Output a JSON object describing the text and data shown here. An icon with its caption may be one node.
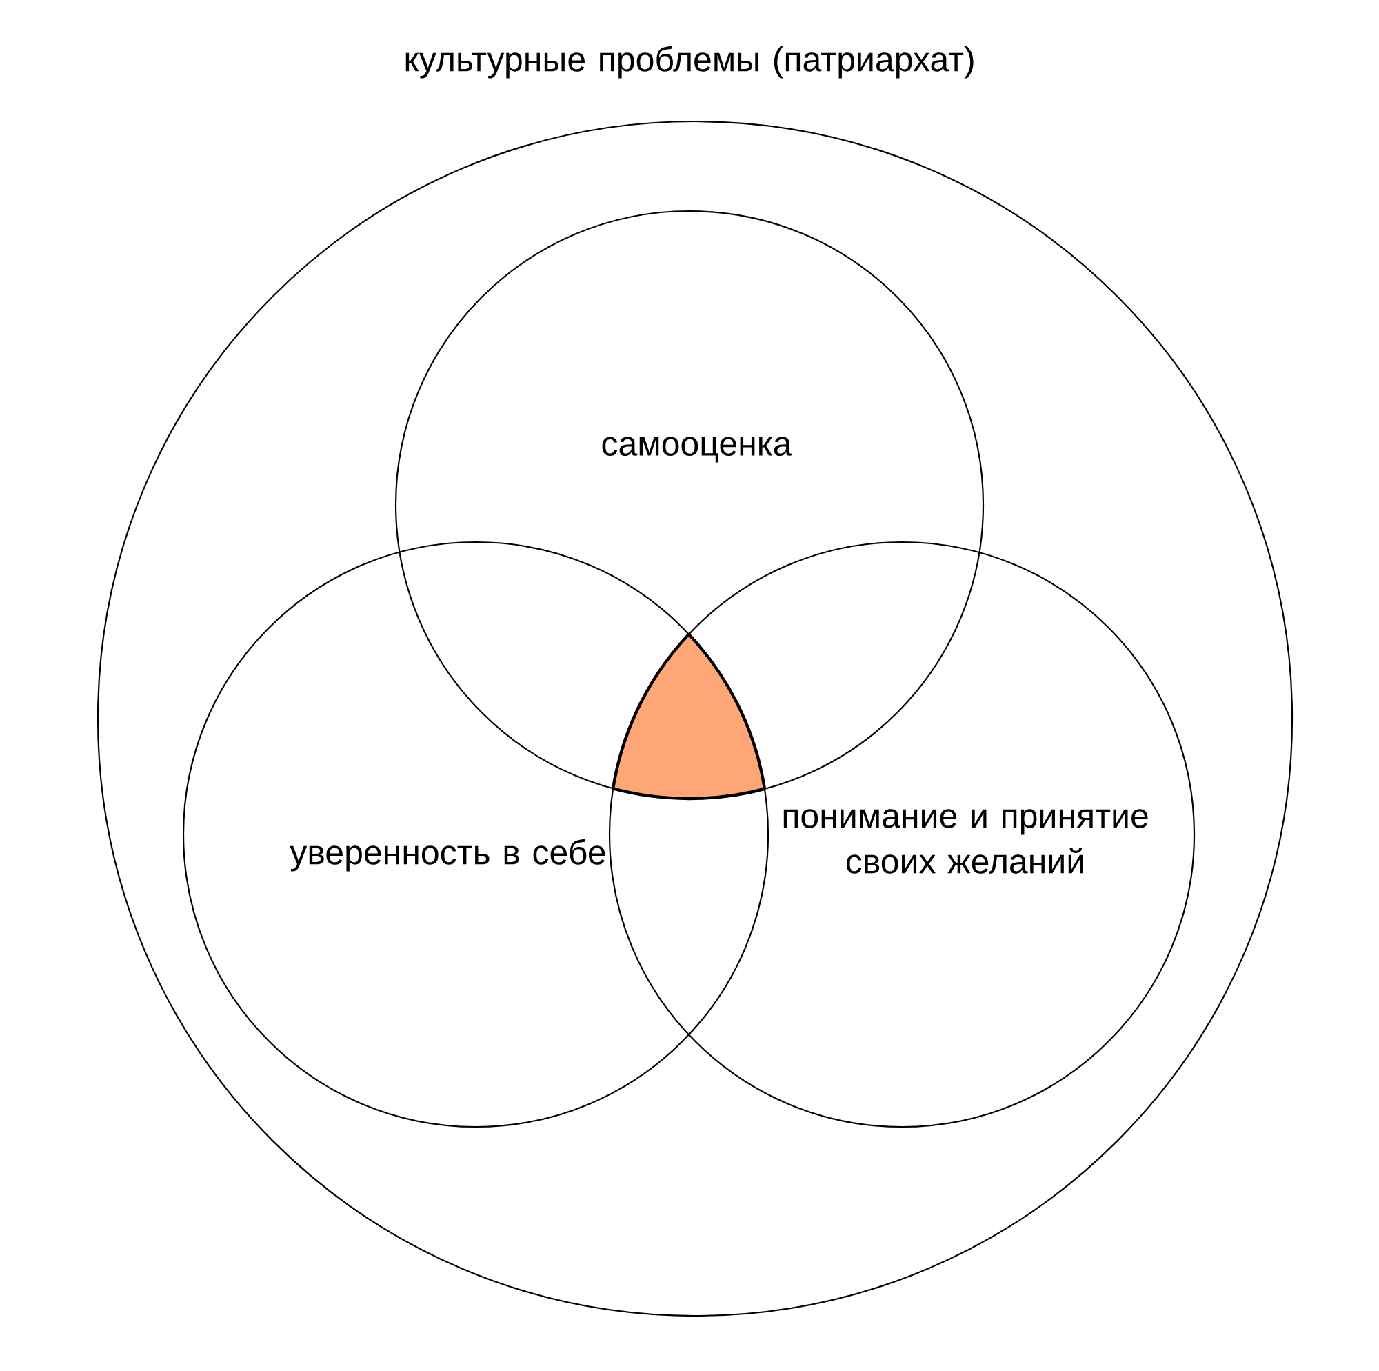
{
  "diagram": {
    "nodes": [
      {
        "text": [
          "культурные проблемы (патриархат)"
        ]
      },
      {
        "text": [
          "самооценка"
        ],
        "in": 0
      },
      {
        "text": [
          "уверенность в себе"
        ],
        "in": 0
      },
      {
        "text": [
          "понимание и принятие своих желаний"
        ],
        "in": 0
      }
    ]
  }
}
